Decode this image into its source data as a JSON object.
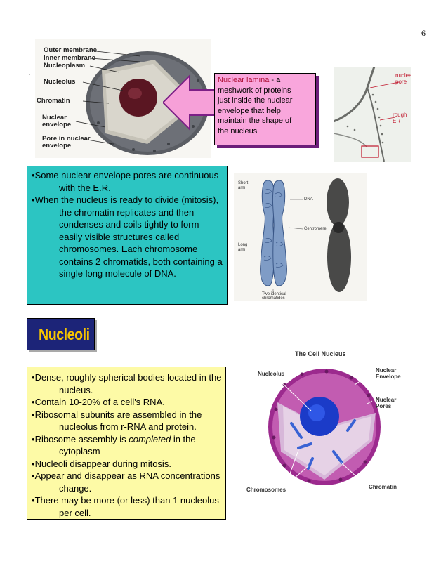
{
  "page": {
    "number": "6",
    "stray_mark": "."
  },
  "nucleus_diagram": {
    "labels": {
      "outer_membrane": "Outer membrane",
      "inner_membrane": "Inner membrane",
      "nucleoplasm": "Nucleoplasm",
      "nucleolus": "Nucleolus",
      "chromatin": "Chromatin",
      "nuclear_envelope_1": "Nuclear",
      "nuclear_envelope_2": "envelope",
      "pore_1": "Pore in nuclear",
      "pore_2": "envelope"
    }
  },
  "lamina_callout": {
    "term": "Nuclear lamina",
    "lines": [
      " - a",
      "meshwork of proteins",
      "just inside the nuclear",
      "envelope that help",
      "maintain the shape of",
      "the nucleus"
    ]
  },
  "em_image": {
    "labels": {
      "nuclear_pore_1": "nuclear",
      "nuclear_pore_2": "pore",
      "rough_er": "rough ER"
    }
  },
  "pores_box": {
    "items": [
      "Some nuclear envelope pores are continuous with the E.R.",
      "When the nucleus is ready to divide (mitosis), the chromatin replicates and then condenses and coils tightly to form easily visible structures called chromosomes.  Each chromosome contains 2 chromatids, both containing a single long molecule of DNA."
    ]
  },
  "chromosome_figure": {
    "labels": {
      "short_arm_1": "Short",
      "short_arm_2": "arm",
      "long_arm_1": "Long",
      "long_arm_2": "arm",
      "dna": "DNA",
      "centromere": "Centromere",
      "chromatids_1": "Two identical",
      "chromatids_2": "chromatides"
    }
  },
  "nucleoli_heading": "Nucleoli",
  "nucleoli_box": {
    "items": [
      {
        "pre": "Dense, roughly spherical bodies located in the nucleus.",
        "em": "",
        "post": ""
      },
      {
        "pre": "Contain 10-20% of a cell's RNA.",
        "em": "",
        "post": ""
      },
      {
        "pre": "Ribosomal subunits are assembled in the nucleolus from r-RNA and protein.",
        "em": "",
        "post": ""
      },
      {
        "pre": "Ribosome assembly is ",
        "em": "completed",
        "post": " in the cytoplasm"
      },
      {
        "pre": "Nucleoli disappear during mitosis.",
        "em": "",
        "post": ""
      },
      {
        "pre": "Appear and disappear as RNA concentrations change.",
        "em": "",
        "post": ""
      },
      {
        "pre": "There may be more (or less) than 1 nucleolus per cell.",
        "em": "",
        "post": ""
      }
    ]
  },
  "cell_figure": {
    "title": "The Cell Nucleus",
    "labels": {
      "nucleolus": "Nucleolus",
      "nuclear_envelope_1": "Nuclear",
      "nuclear_envelope_2": "Envelope",
      "nuclear_pores_1": "Nuclear",
      "nuclear_pores_2": "Pores",
      "chromosomes": "Chromosomes",
      "chromatin": "Chromatin"
    }
  },
  "colors": {
    "pores_box_bg": "#2cc5c2",
    "nucleoli_box_bg": "#fdfaa6",
    "lamina_box_bg": "#f9a6dc",
    "heading_bg": "#1c2478",
    "heading_text": "#f5c400"
  }
}
